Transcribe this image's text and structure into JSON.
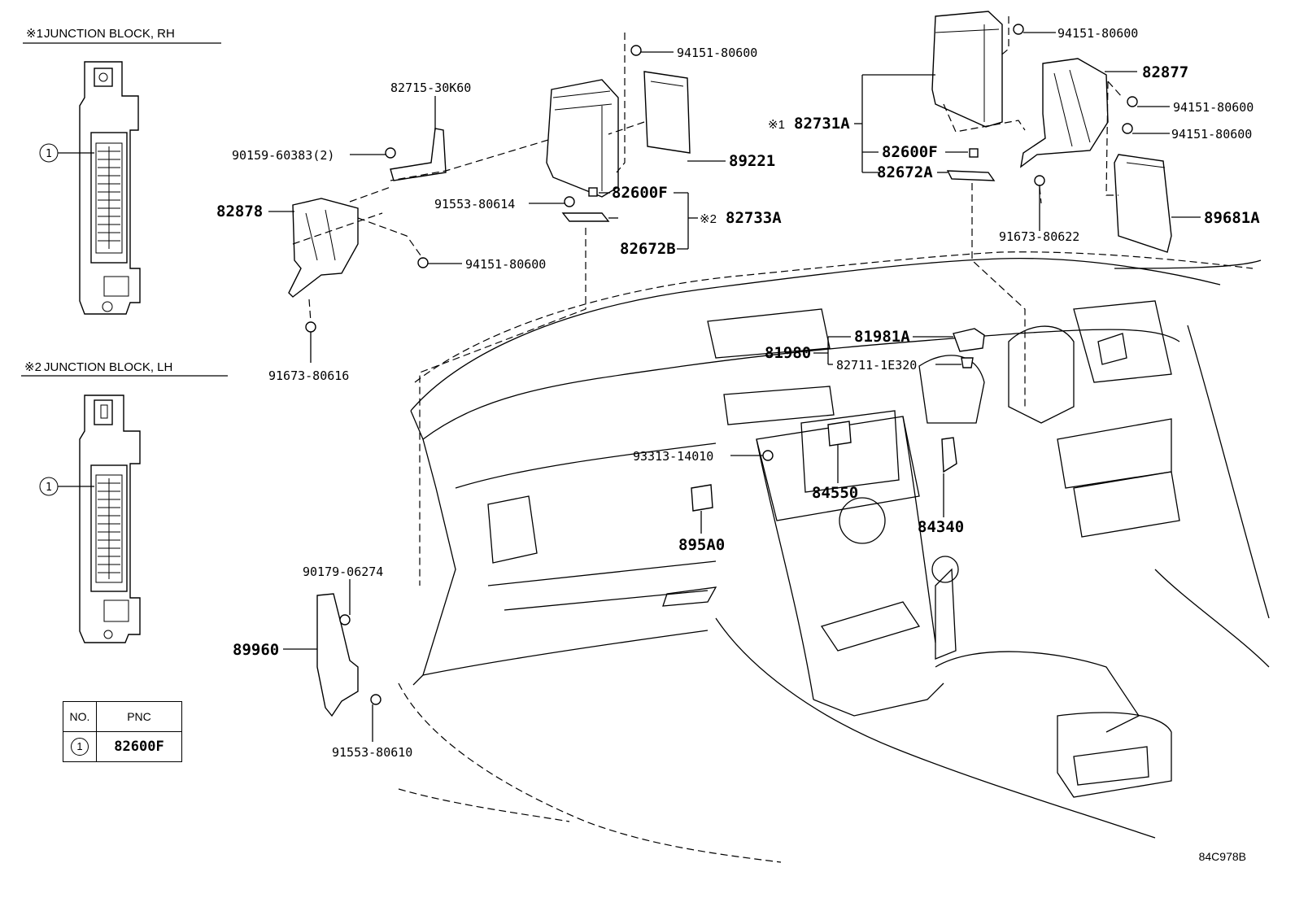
{
  "inset_rh": {
    "marker": "※1",
    "title": "JUNCTION BLOCK, RH",
    "callout": "1"
  },
  "inset_lh": {
    "marker": "※2",
    "title": "JUNCTION BLOCK, LH",
    "callout": "1"
  },
  "parts": {
    "p94151_80600_a": "94151-80600",
    "p82715_30k60": "82715-30K60",
    "p90159_60383": "90159-60383(2)",
    "p89221": "89221",
    "p91553_80614": "91553-80614",
    "p82600f_a": "82600F",
    "p82733a_marker": "※2",
    "p82733a": "82733A",
    "p82878": "82878",
    "p82672b": "82672B",
    "p94151_80600_b": "94151-80600",
    "p91673_80616": "91673-80616",
    "p94151_80600_c": "94151-80600",
    "p82877": "82877",
    "p94151_80600_d": "94151-80600",
    "p94151_80600_e": "94151-80600",
    "p82731a_marker": "※1",
    "p82731a": "82731A",
    "p82600f_b": "82600F",
    "p82672a": "82672A",
    "p91673_80622": "91673-80622",
    "p89681a": "89681A",
    "p81981a": "81981A",
    "p81980": "81980",
    "p82711_1e320": "82711-1E320",
    "p93313_14010": "93313-14010",
    "p84550": "84550",
    "p84340": "84340",
    "p895a0": "895A0",
    "p90179_06274": "90179-06274",
    "p89960": "89960",
    "p91553_80610": "91553-80610"
  },
  "pnc_table": {
    "headers": [
      "NO.",
      "PNC"
    ],
    "rows": [
      {
        "no": "1",
        "pnc": "82600F"
      }
    ]
  },
  "diagram_code": "84C978B"
}
